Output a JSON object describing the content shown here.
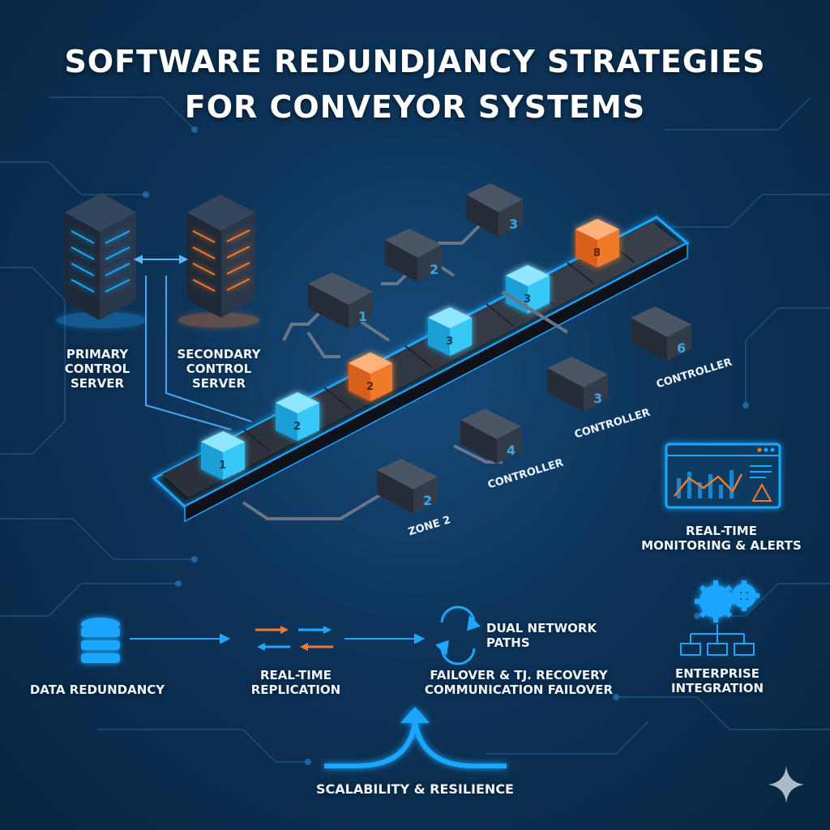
{
  "title": {
    "line1": "SOFTWARE REDUNDJANCY STRATEGIES",
    "line2": "FOR CONVEYOR SYSTEMS"
  },
  "servers": {
    "primary": {
      "line1": "PRIMARY",
      "line2": "CONTROL",
      "line3": "SERVER",
      "color": "#1ea7ff"
    },
    "secondary": {
      "line1": "SECONDARY",
      "line2": "CONTROL",
      "line3": "SERVER",
      "color": "#f07a2a"
    }
  },
  "conveyor": {
    "boxes": [
      {
        "label": "1",
        "color": "cyan"
      },
      {
        "label": "2",
        "color": "cyan"
      },
      {
        "label": "2",
        "color": "orange"
      },
      {
        "label": "3",
        "color": "cyan"
      },
      {
        "label": "3",
        "color": "cyan"
      },
      {
        "label": "8",
        "color": "orange"
      }
    ],
    "controllers": [
      "1",
      "2",
      "3",
      "2",
      "4",
      "3",
      "6"
    ],
    "controller_labels": [
      "CONTROLLER",
      "CONTROLLER",
      "CONTROLLER"
    ],
    "zone_label": "ZONE 2"
  },
  "monitoring": {
    "line1": "REAL-TIME",
    "line2": "MONITORING & ALERTS"
  },
  "enterprise": {
    "line1": "ENTERPRISE",
    "line2": "INTEGRATION"
  },
  "bottom": {
    "data_redundancy": "DATA REDUNDANCY",
    "replication": {
      "line1": "REAL-TIME",
      "line2": "REPLICATION"
    },
    "dual_network": {
      "line1": "DUAL NETWORK",
      "line2": "PATHS"
    },
    "failover": {
      "line1": "FAILOVER & TJ. RECOVERY",
      "line2": "COMMUNICATION FAILOVER"
    },
    "scalability": "SCALABILITY & RESILIENCE"
  },
  "colors": {
    "accent_blue": "#1ea7ff",
    "accent_orange": "#f07a2a",
    "cube_cyan": "#38c8f8",
    "background": "#0d3358"
  }
}
